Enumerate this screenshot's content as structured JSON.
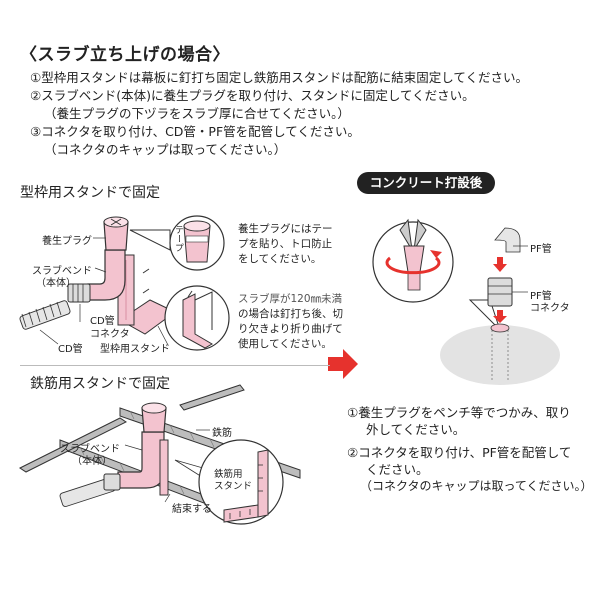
{
  "title": "〈スラブ立ち上げの場合〉",
  "steps": [
    "①型枠用スタンドは幕板に釘打ち固定し鉄筋用スタンドは配筋に結束固定してください。",
    "②スラブベンド(本体)に養生プラグを取り付け、スタンドに固定してください。",
    "（養生プラグの下ヅラをスラブ厚に合せてください。）",
    "③コネクタを取り付け、CD管・PF管を配管してください。",
    "（コネクタのキャップは取ってください。）"
  ],
  "left_top": {
    "heading": "型枠用スタンドで固定",
    "labels": {
      "plug": "養生プラグ",
      "slab_bend": "スラブベンド",
      "body": "（本体）",
      "cd_pipe_inner": "CD管",
      "connector": "コネクタ",
      "cd_pipe": "CD管",
      "form_stand": "型枠用スタンド",
      "tape": "テープ"
    },
    "note1": [
      "養生プラグにはテー",
      "プを貼り、ト口防止",
      "をしてください。"
    ],
    "note2": [
      "スラブ厚が120㎜未満",
      "の場合は釘打ち後、切",
      "り欠きより折り曲げて",
      "使用してください。"
    ]
  },
  "left_bottom": {
    "heading": "鉄筋用スタンドで固定",
    "labels": {
      "rebar": "鉄筋",
      "slab_bend": "スラブベンド",
      "body": "（本体）",
      "rebar_stand_1": "鉄筋用",
      "rebar_stand_2": "スタンド",
      "tie": "結束する"
    }
  },
  "right": {
    "badge": "コンクリート打設後",
    "labels": {
      "pf_pipe": "PF管",
      "pf_pipe_2": "PF管",
      "connector": "コネクタ"
    },
    "steps": [
      "①養生プラグをペンチ等でつかみ、取り",
      "外してください。",
      "②コネクタを取り付け、PF管を配管して",
      "ください。",
      "（コネクタのキャップは取ってください。）"
    ]
  },
  "colors": {
    "pink": "#f3c3cf",
    "pink_dark": "#d98fa3",
    "arrow_red": "#e6322d",
    "gray_fill": "#e3e3e3"
  }
}
